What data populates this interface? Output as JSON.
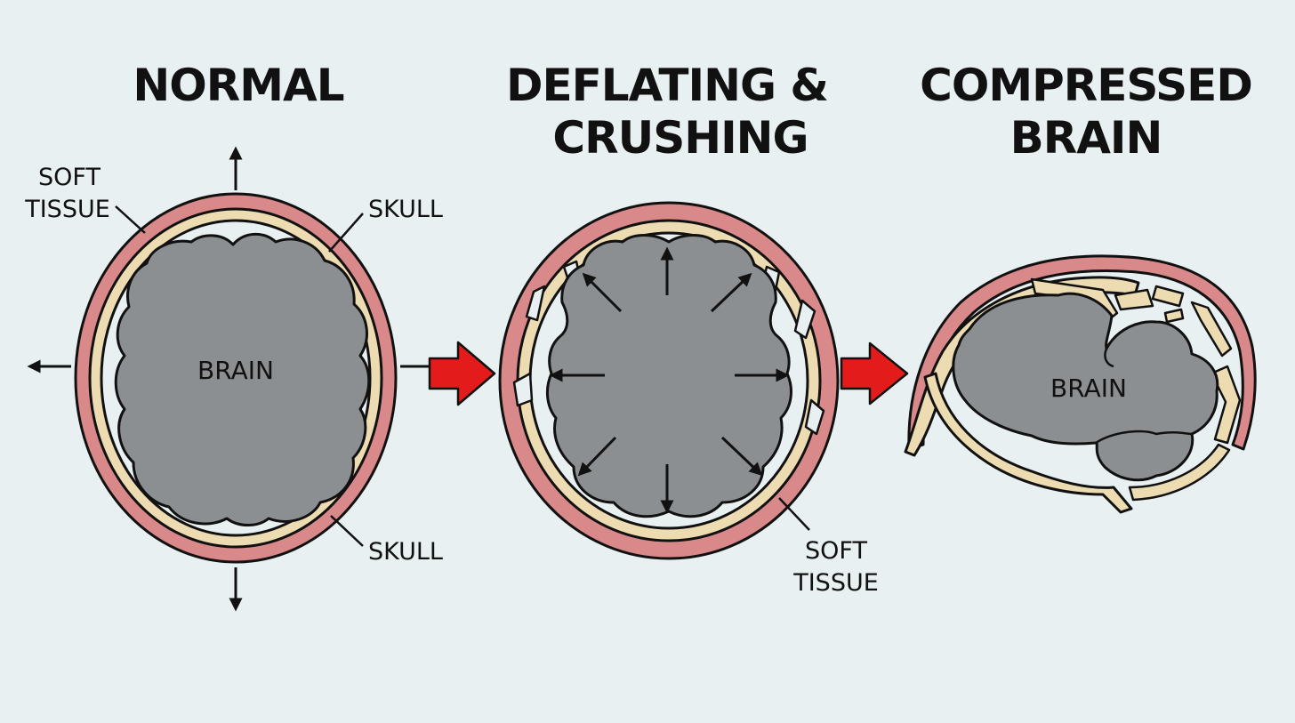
{
  "panels": [
    {
      "title_lines": [
        "NORMAL"
      ],
      "brain_label": "BRAIN",
      "labels": [
        "SOFT",
        "TISSUE",
        "SKULL",
        "SKULL"
      ]
    },
    {
      "title_lines": [
        "DEFLATING &",
        "CRUSHING"
      ],
      "labels": [
        "SOFT",
        "TISSUE"
      ]
    },
    {
      "title_lines": [
        "COMPRESSED",
        "BRAIN"
      ],
      "brain_label": "BRAIN"
    }
  ],
  "colors": {
    "background": "#e8f0f1",
    "soft_tissue": "#d9898a",
    "skull": "#eddcb2",
    "brain": "#8c8f91",
    "transition_arrow": "#e31b1b"
  }
}
